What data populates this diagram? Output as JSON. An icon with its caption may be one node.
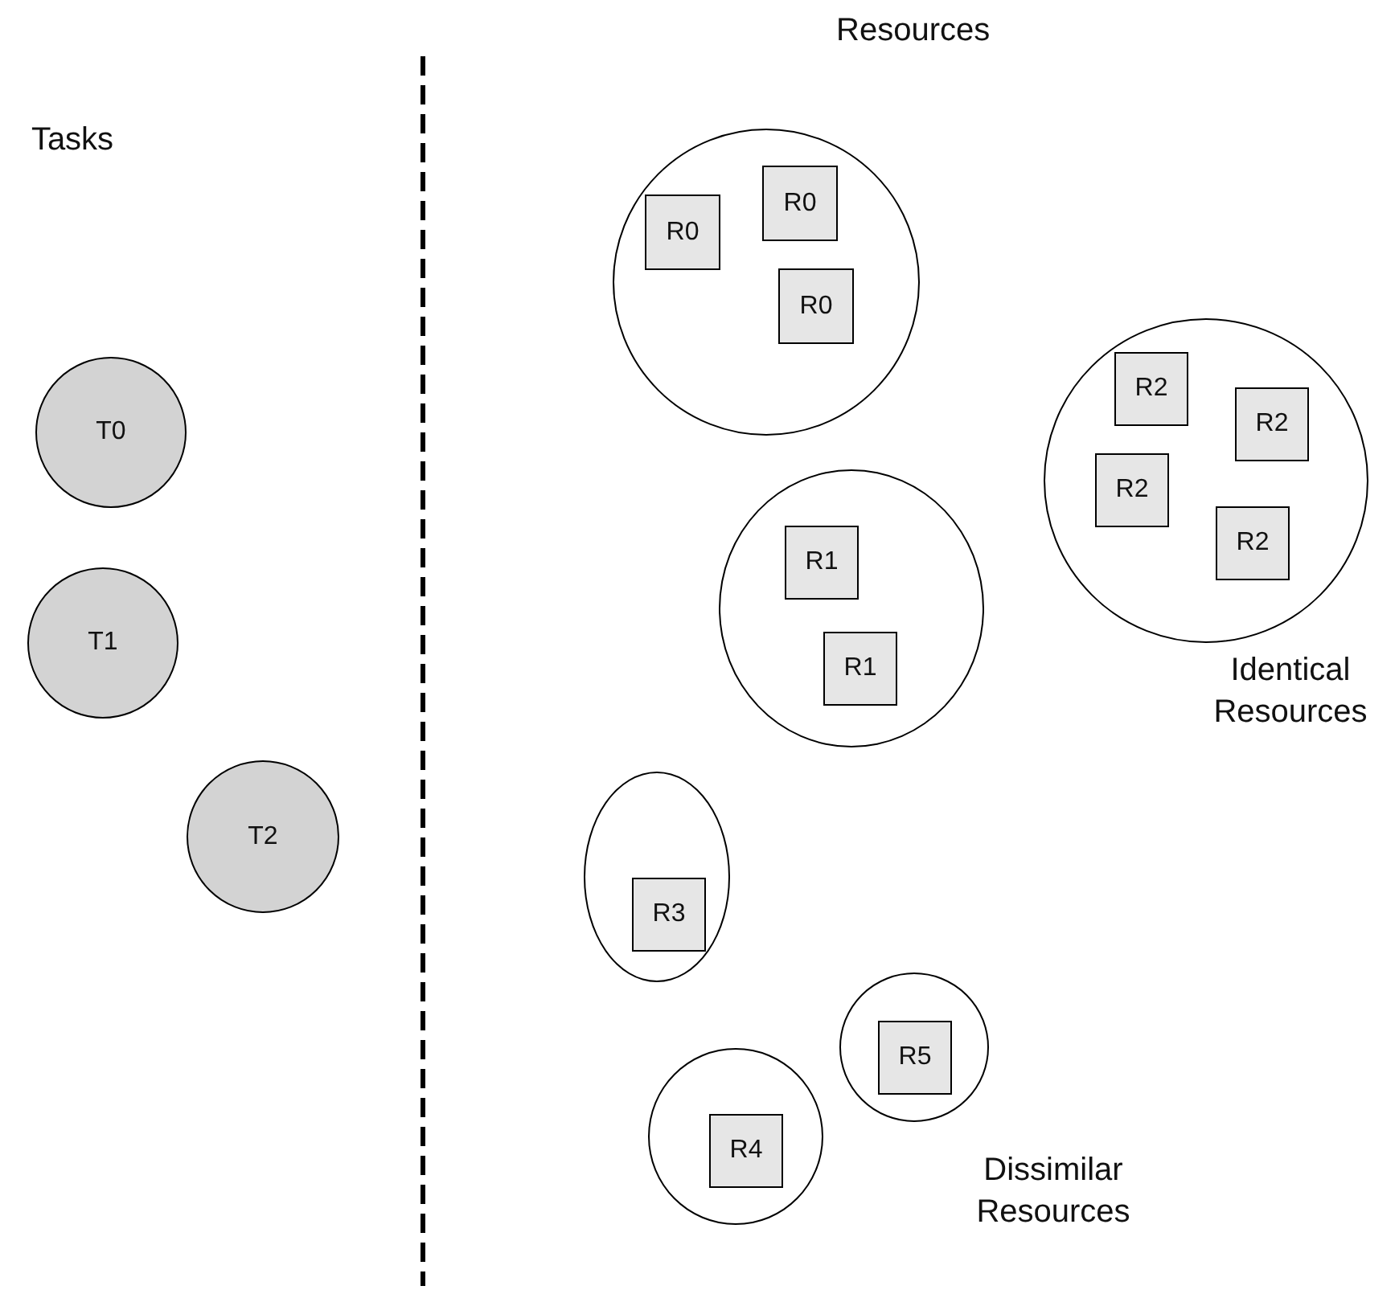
{
  "diagram": {
    "nodes": [
      {
        "text": [
          "T0"
        ]
      },
      {
        "text": [
          "T1"
        ]
      },
      {
        "text": [
          "T2"
        ]
      },
      {
        "text": [],
        "shape": "circle"
      },
      {
        "text": [
          "R0"
        ],
        "in": 3
      },
      {
        "text": [
          "R0"
        ],
        "in": 3
      },
      {
        "text": [
          "R0"
        ],
        "in": 3
      },
      {
        "text": [],
        "shape": "circle"
      },
      {
        "text": [
          "R2"
        ],
        "in": 7
      },
      {
        "text": [
          "R2"
        ],
        "in": 7
      },
      {
        "text": [
          "R2"
        ],
        "in": 7
      },
      {
        "text": [
          "R2"
        ],
        "in": 7
      },
      {
        "text": [],
        "shape": "circle"
      },
      {
        "text": [
          "R1"
        ],
        "in": 12
      },
      {
        "text": [
          "R1"
        ],
        "in": 12
      },
      {
        "text": [],
        "shape": "circle"
      },
      {
        "text": [
          "R3"
        ],
        "in": 15
      },
      {
        "text": [],
        "shape": "circle"
      },
      {
        "text": [
          "R5"
        ],
        "in": 17
      },
      {
        "text": [],
        "shape": "circle"
      },
      {
        "text": [
          "R4"
        ],
        "in": 19
      }
    ],
    "labels": [
      "Resources",
      "Tasks",
      "Identical Resources",
      "Dissimilar Resources"
    ]
  }
}
